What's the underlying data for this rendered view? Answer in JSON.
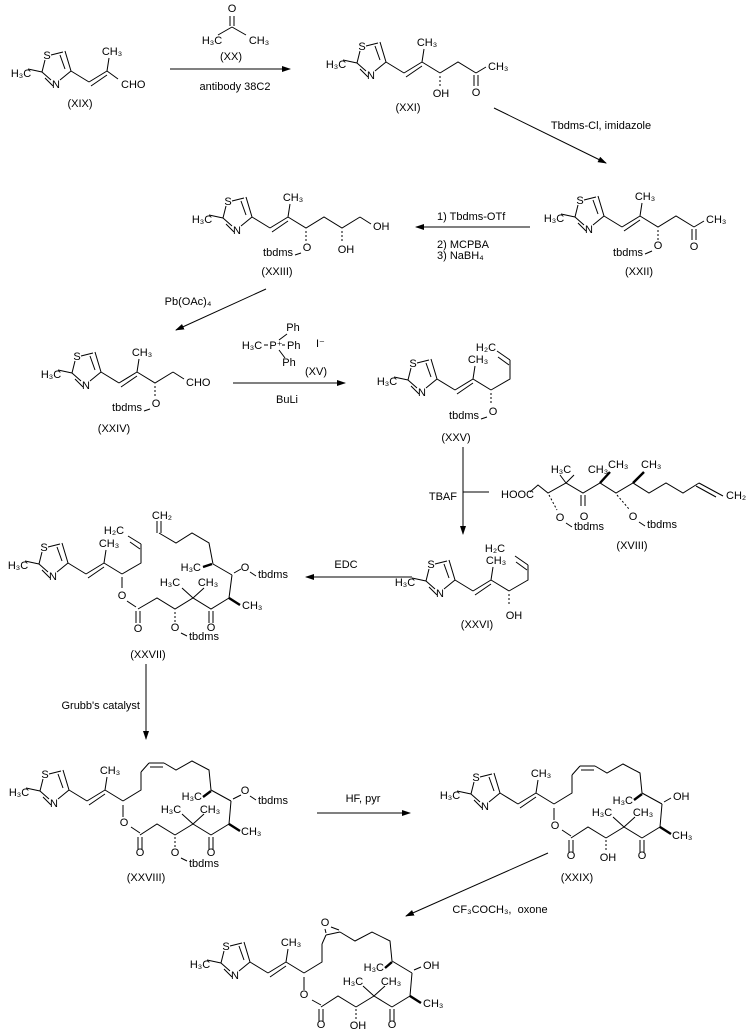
{
  "atoms": {
    "h3c": "H₃C",
    "ch3": "CH₃",
    "h2c": "H₂C",
    "ch2": "CH₂",
    "s": "S",
    "n": "N",
    "o": "O",
    "oh": "OH",
    "cho": "CHO",
    "hooc": "HOOC",
    "tbdms": "tbdms",
    "ph": "Ph",
    "pplus": "P⁺",
    "iminus": "I⁻"
  },
  "compounds": {
    "xix": "(XIX)",
    "xx": "(XX)",
    "xxi": "(XXI)",
    "xxii": "(XXII)",
    "xxiii": "(XXIII)",
    "xxiv": "(XXIV)",
    "xv": "(XV)",
    "xxv": "(XXV)",
    "xviii": "(XVIII)",
    "xxvi": "(XXVI)",
    "xxvii": "(XXVII)",
    "xxviii": "(XXVIII)",
    "xxix": "(XXIX)"
  },
  "reagents": {
    "antibody": "antibody 38C2",
    "tbdms_cl": "Tbdms-Cl, imidazole",
    "step1": "1) Tbdms-OTf",
    "step2": "2) MCPBA",
    "step3": "3) NaBH₄",
    "pb_oac": "Pb(OAc)₄",
    "buli": "BuLi",
    "tbaf": "TBAF",
    "edc": "EDC",
    "grubbs": "Grubb's catalyst",
    "hf_pyr": "HF, pyr",
    "oxone": "CF₃COCH₃,  oxone"
  }
}
